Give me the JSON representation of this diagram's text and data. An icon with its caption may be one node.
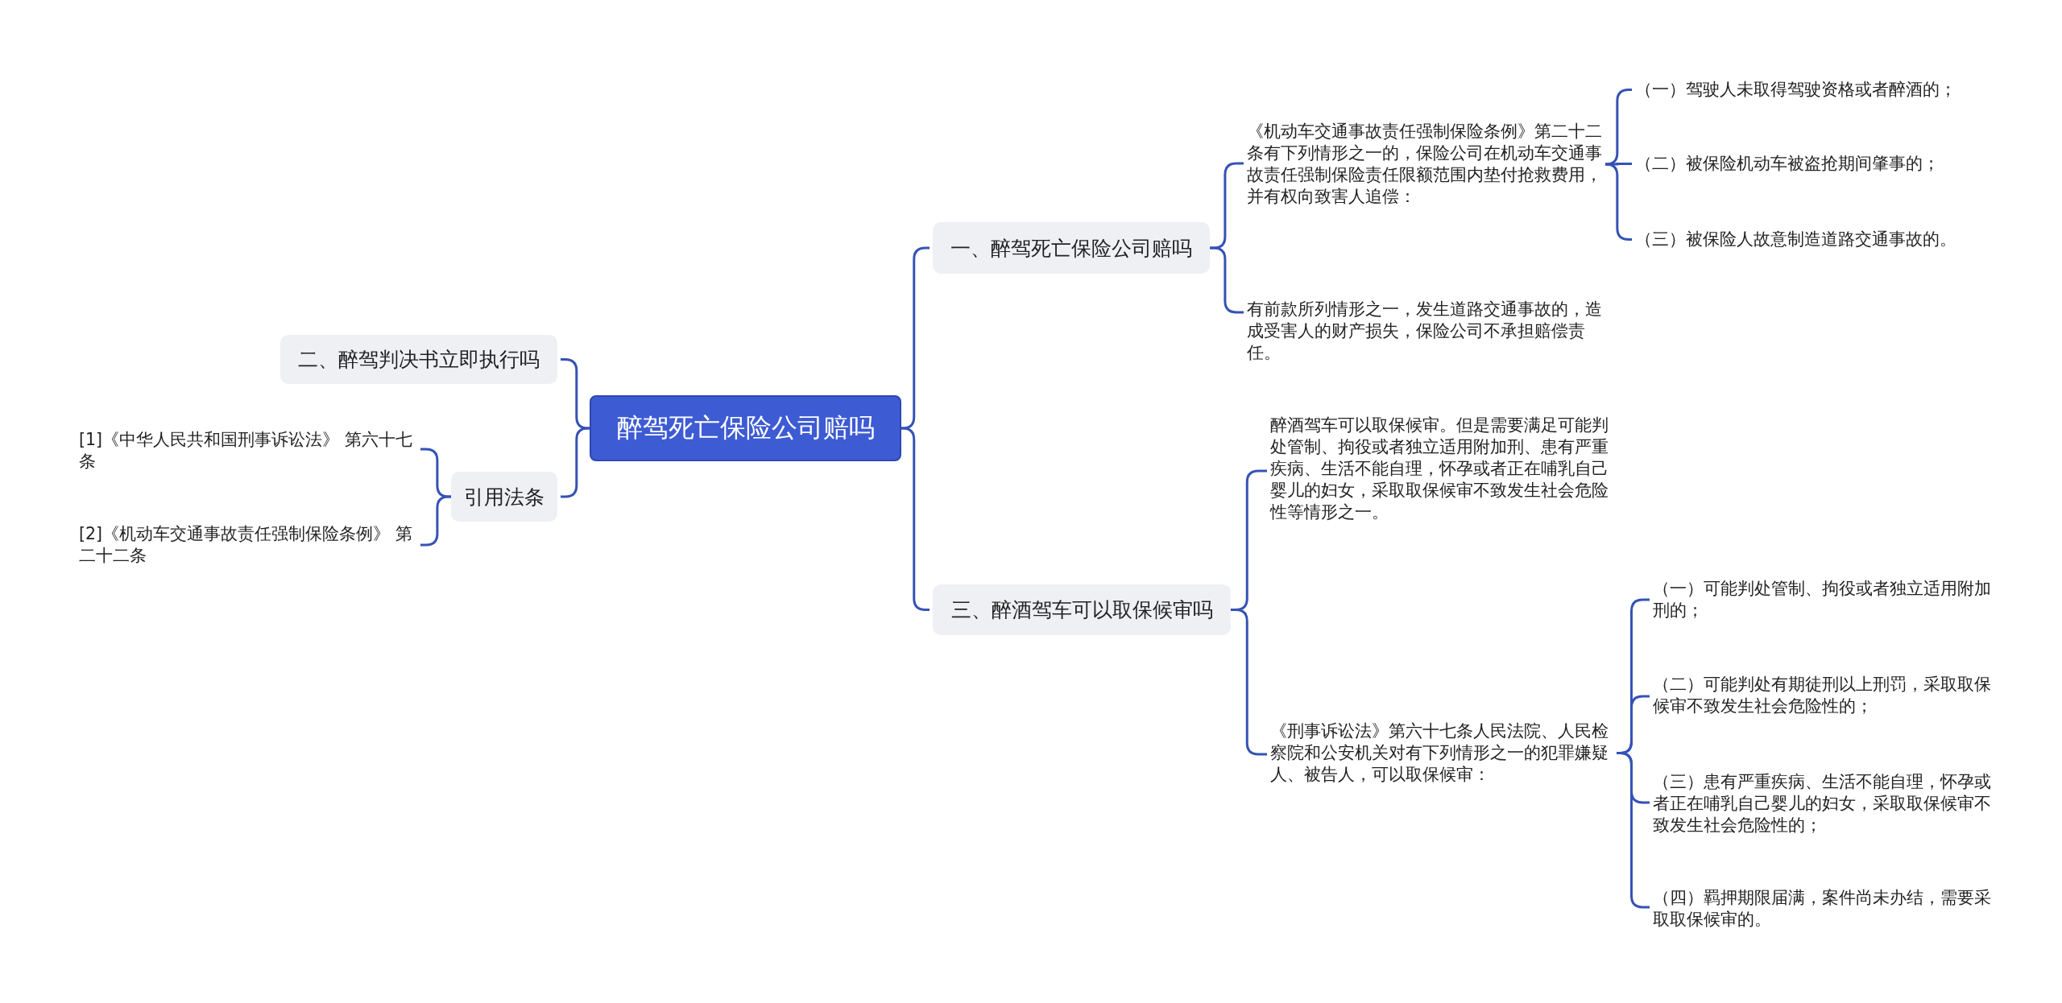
{
  "diagram": {
    "nodes": [
      {
        "text": [
          "醉驾死亡保险公司赔吗"
        ]
      },
      {
        "text": [
          "一、醉驾死亡保险公司赔吗"
        ]
      },
      {
        "text": [
          "三、醉酒驾车可以取保候审吗"
        ]
      },
      {
        "text": [
          "二、醉驾判决书立即执行吗"
        ]
      },
      {
        "text": [
          "引用法条"
        ]
      },
      {
        "text": [
          "《机动车交通事故责任强制保险条例》第二十二条有下列情形之一的，保险公司在机动车交通事故责任强制保险责任限额范围内垫付抢救费用，并有权向致害人追偿："
        ]
      },
      {
        "text": [
          "有前款所列情形之一，发生道路交通事故的，造成受害人的财产损失，保险公司不承担赔偿责任。"
        ]
      },
      {
        "text": [
          "（一）驾驶人未取得驾驶资格或者醉酒的；"
        ]
      },
      {
        "text": [
          "（二）被保险机动车被盗抢期间肇事的；"
        ]
      },
      {
        "text": [
          "（三）被保险人故意制造道路交通事故的。"
        ]
      },
      {
        "text": [
          "醉酒驾车可以取保候审。但是需要满足可能判处管制、拘役或者独立适用附加刑、患有严重疾病、生活不能自理，怀孕或者正在哺乳自己婴儿的妇女，采取取保候审不致发生社会危险性等情形之一。"
        ]
      },
      {
        "text": [
          "《刑事诉讼法》第六十七条人民法院、人民检察院和公安机关对有下列情形之一的犯罪嫌疑人、被告人，可以取保候审："
        ]
      },
      {
        "text": [
          "（一）可能判处管制、拘役或者独立适用附加刑的；"
        ]
      },
      {
        "text": [
          "（二）可能判处有期徒刑以上刑罚，采取取保候审不致发生社会危险性的；"
        ]
      },
      {
        "text": [
          "（三）患有严重疾病、生活不能自理，怀孕或者正在哺乳自己婴儿的妇女，采取取保候审不致发生社会危险性的；"
        ]
      },
      {
        "text": [
          "（四）羁押期限届满，案件尚未办结，需要采取取保候审的。"
        ]
      },
      {
        "text": [
          "[1]《中华人民共和国刑事诉讼法》 第六十七条"
        ]
      },
      {
        "text": [
          "[2]《机动车交通事故责任强制保险条例》 第二十二条"
        ]
      }
    ],
    "edges": [
      {
        "from": 0,
        "to": 1,
        "arrow": "none"
      },
      {
        "from": 0,
        "to": 2,
        "arrow": "none"
      },
      {
        "from": 0,
        "to": 3,
        "arrow": "none"
      },
      {
        "from": 0,
        "to": 4,
        "arrow": "none"
      },
      {
        "from": 1,
        "to": 5,
        "arrow": "none"
      },
      {
        "from": 1,
        "to": 6,
        "arrow": "none"
      },
      {
        "from": 5,
        "to": 7,
        "arrow": "none"
      },
      {
        "from": 5,
        "to": 8,
        "arrow": "none"
      },
      {
        "from": 5,
        "to": 9,
        "arrow": "none"
      },
      {
        "from": 2,
        "to": 10,
        "arrow": "none"
      },
      {
        "from": 2,
        "to": 11,
        "arrow": "none"
      },
      {
        "from": 11,
        "to": 12,
        "arrow": "none"
      },
      {
        "from": 11,
        "to": 13,
        "arrow": "none"
      },
      {
        "from": 11,
        "to": 14,
        "arrow": "none"
      },
      {
        "from": 11,
        "to": 15,
        "arrow": "none"
      },
      {
        "from": 4,
        "to": 16,
        "arrow": "none"
      },
      {
        "from": 4,
        "to": 17,
        "arrow": "none"
      }
    ]
  }
}
